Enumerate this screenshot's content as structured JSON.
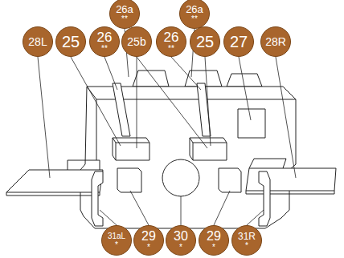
{
  "diagram": {
    "nodes": [
      {
        "text": [
          "26a",
          "**"
        ]
      },
      {
        "text": [
          "26a",
          "**"
        ]
      },
      {
        "text": [
          "28L"
        ]
      },
      {
        "text": [
          "25"
        ]
      },
      {
        "text": [
          "26",
          "**"
        ]
      },
      {
        "text": [
          "25b"
        ]
      },
      {
        "text": [
          "26",
          "**"
        ]
      },
      {
        "text": [
          "25"
        ]
      },
      {
        "text": [
          "27"
        ]
      },
      {
        "text": [
          "28R"
        ]
      },
      {
        "text": [
          "31aL",
          "*"
        ]
      },
      {
        "text": [
          "29",
          "*"
        ]
      },
      {
        "text": [
          "30",
          "*"
        ]
      },
      {
        "text": [
          "29",
          "*"
        ]
      },
      {
        "text": [
          "31R",
          "*"
        ]
      }
    ]
  }
}
